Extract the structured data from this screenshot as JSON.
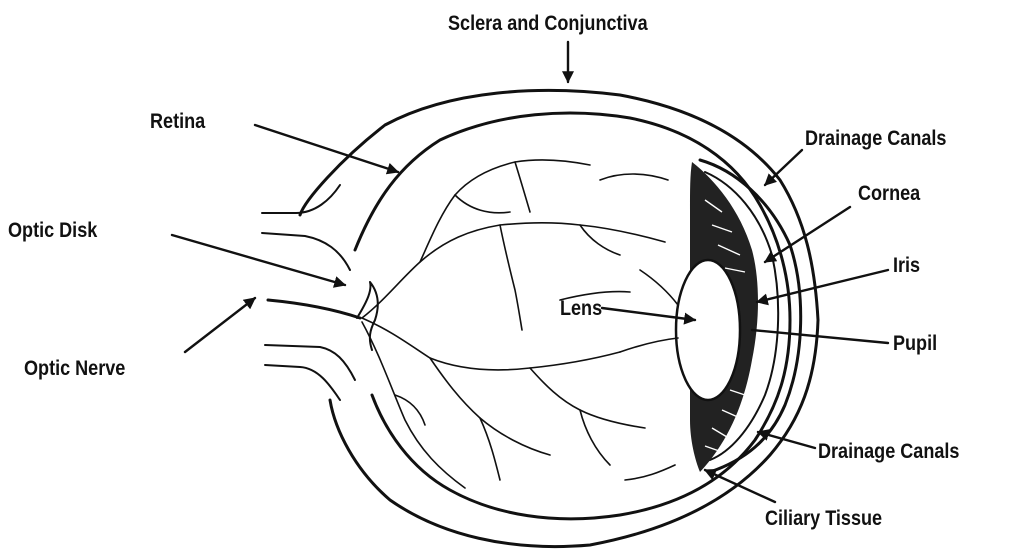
{
  "labels": {
    "sclera": "Sclera and Conjunctiva",
    "retina": "Retina",
    "optic_disk": "Optic Disk",
    "optic_nerve": "Optic Nerve",
    "lens": "Lens",
    "drainage_canals_top": "Drainage Canals",
    "cornea": "Cornea",
    "iris": "Iris",
    "pupil": "Pupil",
    "drainage_canals_bottom": "Drainage Canals",
    "ciliary_tissue": "Ciliary Tissue"
  }
}
